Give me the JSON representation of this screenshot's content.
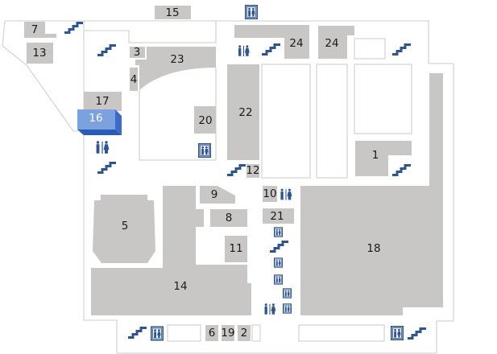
{
  "map": {
    "title": "Floor plan",
    "selected_room": "16",
    "colors": {
      "room": "#c8c7c5",
      "selected_top": "#7ba1de",
      "selected_side": "#3b6ccb",
      "selected_bottom": "#2a5bb7",
      "icon": "#2b5597",
      "outline": "#d6d6d6"
    },
    "rooms": {
      "r1": "1",
      "r2": "2",
      "r3": "3",
      "r4": "4",
      "r5": "5",
      "r6": "6",
      "r7": "7",
      "r8": "8",
      "r9": "9",
      "r10": "10",
      "r11": "11",
      "r12": "12",
      "r13": "13",
      "r14": "14",
      "r15": "15",
      "r16": "16",
      "r17": "17",
      "r18": "18",
      "r19": "19",
      "r20": "20",
      "r21": "21",
      "r22": "22",
      "r23": "23",
      "r24a": "24",
      "r24b": "24"
    },
    "icons": [
      "stairs-icon",
      "elevator-icon",
      "restroom-icon"
    ]
  }
}
